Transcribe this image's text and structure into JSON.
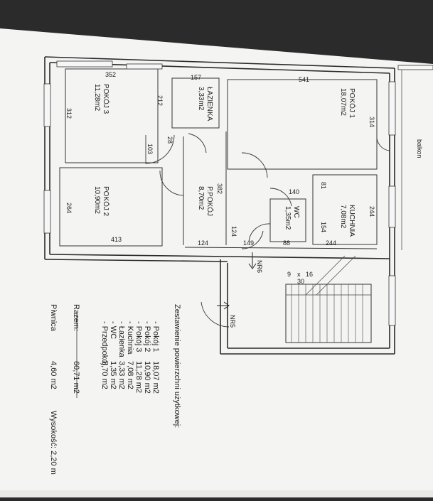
{
  "rooms": {
    "pokoj1": {
      "name": "POKÓJ 1",
      "area": "18,07m2"
    },
    "pokoj2": {
      "name": "POKÓJ 2",
      "area": "10,90m2"
    },
    "pokoj3": {
      "name": "POKÓJ 3",
      "area": "11,28m2"
    },
    "lazienka": {
      "name": "ŁAZIENKA",
      "area": "3,33m2"
    },
    "przedpokoj": {
      "name": "P.POKÓJ",
      "area": "8,70m2"
    },
    "wc": {
      "name": "WC",
      "area": "1,35m2"
    },
    "kuchnia": {
      "name": "KUCHNIA",
      "area": "7,08m2"
    }
  },
  "dims": {
    "d352": "352",
    "d157": "157",
    "d541": "541",
    "d212": "212",
    "d312": "312",
    "d314": "314",
    "d103": "103",
    "d28": "28",
    "d382": "382",
    "d140": "140",
    "d81": "81",
    "d264": "264",
    "d244a": "244",
    "d154": "154",
    "d124v": "124",
    "d413": "413",
    "d124h": "124",
    "d149": "149",
    "d88": "88",
    "d244b": "244",
    "d9": "9",
    "dx": "x",
    "d16": "16",
    "d30": "30"
  },
  "labels": {
    "balkon": "balkon",
    "nr6": "NR6",
    "nr5": "NR5"
  },
  "summary": {
    "heading": "Zestawienie powierzchni użytkowej:",
    "items": [
      {
        "name": "- Pokój 1",
        "value": "18,07 m2"
      },
      {
        "name": "- Pokój 2",
        "value": "10,90 m2"
      },
      {
        "name": "- Pokój 3",
        "value": "11,28 m2"
      },
      {
        "name": "- Kuchnia",
        "value": "7,08 m2"
      },
      {
        "name": "- Łazienka",
        "value": "3,33 m2"
      },
      {
        "name": "- WC",
        "value": "1,35 m2"
      },
      {
        "name": "- Przedpokój",
        "value": "8,70 m2"
      }
    ],
    "total_label": "Razem:",
    "total_value": "60,71 m2",
    "basement_label": "Piwnica",
    "basement_value": "4,60 m2",
    "height_label": "Wysokość: 2,20 m"
  }
}
